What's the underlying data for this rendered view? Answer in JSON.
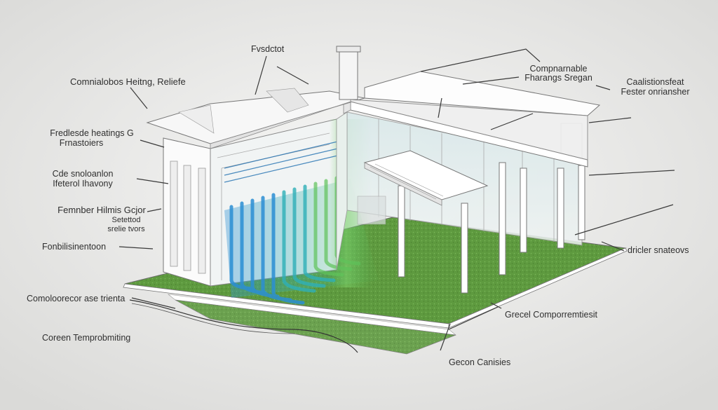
{
  "labels": {
    "top_center": "Fvsdctot",
    "top_left": "Comnialobos Heitng, Reliefe",
    "top_right_1": "Compnarnable",
    "top_right_2": "Fharangs Sregan",
    "right_1": "Caalistionsfeat",
    "right_2": "Fester onriansher",
    "left_1a": "Fredlesde heatings G",
    "left_1b": "Frnastoiers",
    "left_2a": "Cde snoloanlon",
    "left_2b": "Ifeterol Ihavony",
    "left_3a": "Femnber Hilmis Gcjor",
    "left_3b": "Setettod",
    "left_3c": "srelie tvors",
    "left_4": "Fonbilisinentoon",
    "right_3": "dricler snateovs",
    "left_5": "Comoloorecor ase trienta",
    "bottom_right_1": "Grecel Comporremtiesit",
    "bottom_left": "Coreen Temprobmiting",
    "bottom_center": "Gecon Canisies"
  },
  "colors": {
    "background": "#f2f2f1",
    "grass": "#5e9a3f",
    "heat_blue": "#2b8fd4",
    "heat_green": "#5fc35a",
    "line": "#555555"
  }
}
